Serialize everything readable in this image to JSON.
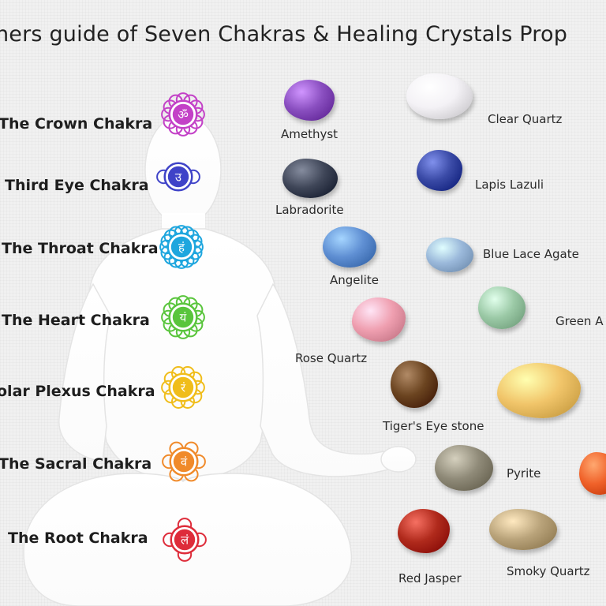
{
  "title": "ners guide of Seven Chakras & Healing Crystals Prop",
  "chakras": [
    {
      "label": "The Crown Chakra",
      "glyph": "ॐ",
      "color": "#c341c7"
    },
    {
      "label": "Third Eye Chakra",
      "glyph": "उ",
      "color": "#3f43c8"
    },
    {
      "label": "The Throat Chakra",
      "glyph": "हं",
      "color": "#1ea6de"
    },
    {
      "label": "The Heart Chakra",
      "glyph": "यं",
      "color": "#59c53c"
    },
    {
      "label": "olar Plexus Chakra",
      "glyph": "रं",
      "color": "#f0bd1a"
    },
    {
      "label": "The Sacral Chakra",
      "glyph": "वं",
      "color": "#f08a2a"
    },
    {
      "label": "The Root Chakra",
      "glyph": "लं",
      "color": "#de2c3a"
    }
  ],
  "crystals": [
    {
      "name": "Amethyst",
      "color": "#8a4fc0"
    },
    {
      "name": "Clear Quartz",
      "color": "#f4f2f6"
    },
    {
      "name": "Labradorite",
      "color": "#3f4658"
    },
    {
      "name": "Lapis Lazuli",
      "color": "#3a4aa6"
    },
    {
      "name": "Angelite",
      "color": "#5f8fd3"
    },
    {
      "name": "Blue Lace Agate",
      "color": "#9ab8da"
    },
    {
      "name": "Rose Quartz",
      "color": "#ef9fb0"
    },
    {
      "name": "Green A",
      "color": "#9bc9a6"
    },
    {
      "name": "Tiger's Eye stone",
      "color": "#6b4420"
    },
    {
      "name": "",
      "color": "#f1c56a"
    },
    {
      "name": "Pyrite",
      "color": "#8f8a78"
    },
    {
      "name": "",
      "color": "#f0622a"
    },
    {
      "name": "Red Jasper",
      "color": "#b02a1c"
    },
    {
      "name": "Smoky Quartz",
      "color": "#b9a37a"
    }
  ]
}
